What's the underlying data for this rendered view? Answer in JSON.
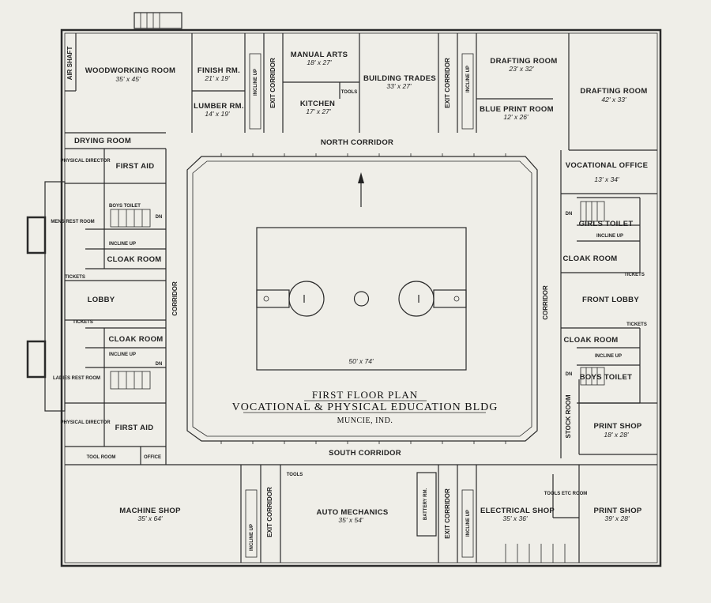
{
  "title": {
    "line1": "FIRST FLOOR PLAN",
    "line2": "VOCATIONAL & PHYSICAL EDUCATION BLDG",
    "line3": "MUNCIE, IND."
  },
  "rooms": {
    "air_shaft": "AIR SHAFT",
    "woodworking": "WOODWORKING ROOM",
    "woodworking_dim": "35' x 45'",
    "finish": "FINISH RM.",
    "finish_dim": "21' x 19'",
    "lumber": "LUMBER RM.",
    "lumber_dim": "14' x 19'",
    "incline_up": "INCLINE UP",
    "exit_corridor": "EXIT CORRIDOR",
    "manual_arts": "MANUAL ARTS",
    "manual_arts_dim": "18' x 27'",
    "tools": "TOOLS",
    "kitchen": "KITCHEN",
    "kitchen_dim": "17' x 27'",
    "building_trades": "BUILDING TRADES",
    "building_trades_dim": "33' x 27'",
    "drafting1": "DRAFTING ROOM",
    "drafting1_dim": "23' x 32'",
    "blue_print": "BLUE PRINT ROOM",
    "blue_print_dim": "12' x 26'",
    "drafting2": "DRAFTING ROOM",
    "drafting2_dim": "42' x 33'",
    "drying": "DRYING ROOM",
    "north_corridor": "NORTH CORRIDOR",
    "physical_director": "PHYSICAL DIRECTOR",
    "first_aid": "FIRST AID",
    "vocational_office": "VOCATIONAL OFFICE",
    "vocational_office_dim": "13' x 34'",
    "boys_toilet": "BOYS TOILET",
    "mens_rest": "MENS REST ROOM",
    "girls_toilet": "GIRLS TOILET",
    "cloak_room": "CLOAK ROOM",
    "tickets": "TICKETS",
    "lobby": "LOBBY",
    "front_lobby": "FRONT LOBBY",
    "corridor": "CORRIDOR",
    "court_dim": "50' x 74'",
    "ladies_rest": "LADIES REST ROOM",
    "stock_room": "STOCK ROOM",
    "print_shop1": "PRINT SHOP",
    "print_shop1_dim": "18' x 28'",
    "tool_room": "TOOL ROOM",
    "office": "OFFICE",
    "south_corridor": "SOUTH CORRIDOR",
    "machine_shop": "MACHINE SHOP",
    "machine_shop_dim": "35' x 64'",
    "auto_mechanics": "AUTO MECHANICS",
    "auto_mechanics_dim": "35' x 54'",
    "battery_rm": "BATTERY RM.",
    "electrical_shop": "ELECTRICAL SHOP",
    "electrical_shop_dim": "35' x 36'",
    "tools_etc": "TOOLS ETC ROOM",
    "print_shop2": "PRINT SHOP",
    "print_shop2_dim": "39' x 28'",
    "dn": "DN"
  },
  "colors": {
    "paper": "#efeee8",
    "ink": "#2a2a2a"
  }
}
